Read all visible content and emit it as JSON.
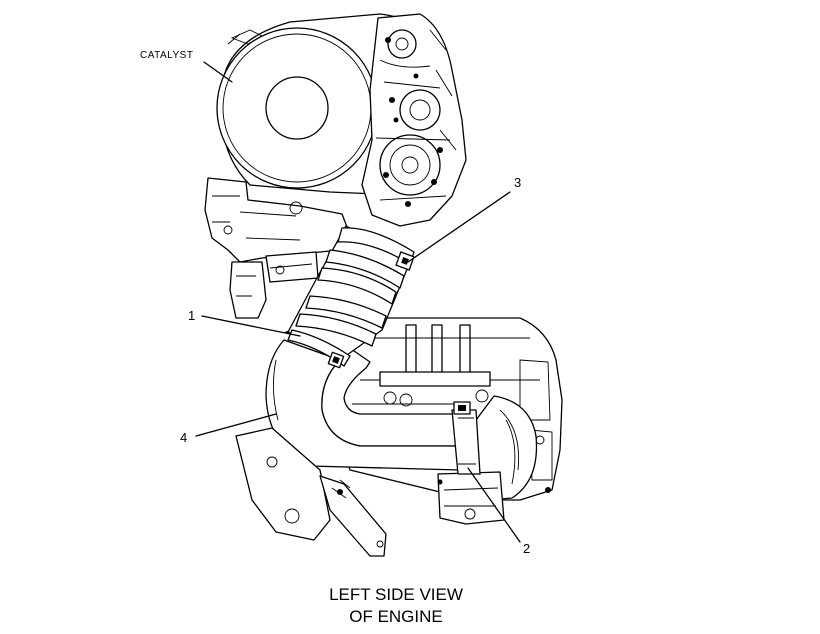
{
  "labels": {
    "catalyst": "CATALYST",
    "callout_1": "1",
    "callout_2": "2",
    "callout_3": "3",
    "callout_4": "4"
  },
  "caption": {
    "line1": "LEFT SIDE VIEW",
    "line2": "OF ENGINE"
  }
}
